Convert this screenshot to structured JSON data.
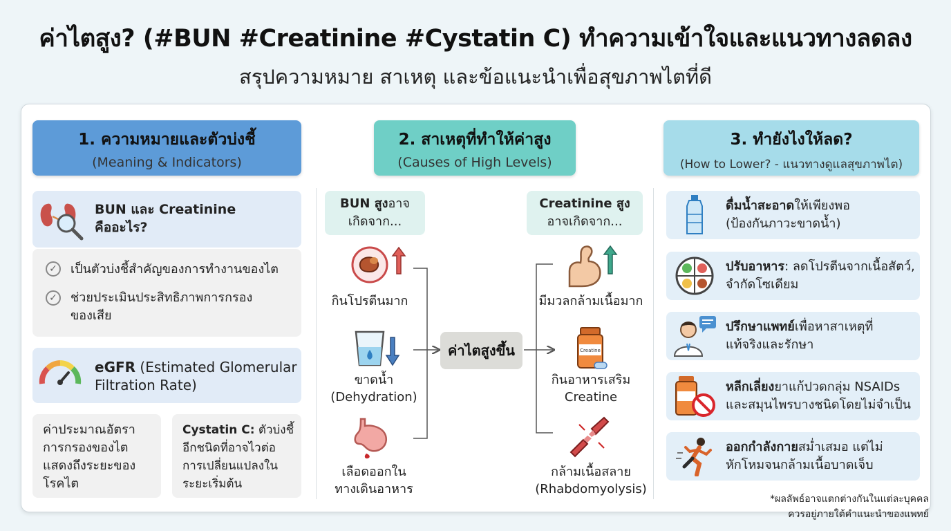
{
  "title": "ค่าไตสูง? (#BUN #Creatinine #Cystatin C) ทำความเข้าใจและแนวทางลดลง",
  "subtitle": "สรุปความหมาย สาเหตุ และข้อแนะนำเพื่อสุขภาพไตที่ดี",
  "col1": {
    "header": "1. ความหมายและตัวบ่งชี้",
    "header_sub": "(Meaning & Indicators)",
    "bun_title_l1": "BUN และ Creatinine",
    "bun_title_l2": "คืออะไร?",
    "bullet1": "เป็นตัวบ่งชี้สำคัญของการทำงานของไต",
    "bullet2_l1": "ช่วยประเมินประสิทธิภาพการกรอง",
    "bullet2_l2": "ของเสีย",
    "egfr_bold": "eGFR",
    "egfr_rest_l1": " (Estimated Glomerular",
    "egfr_l2": "Filtration Rate)",
    "egfr_desc_l1": "ค่าประมาณอัตรา",
    "egfr_desc_l2": "การกรองของไต",
    "egfr_desc_l3": "แสดงถึงระยะของ",
    "egfr_desc_l4": "โรคไต",
    "cys_bold": "Cystatin C:",
    "cys_rest_l1": " ตัวบ่งชี้",
    "cys_l2": "อีกชนิดที่อาจไวต่อ",
    "cys_l3": "การเปลี่ยนแปลงใน",
    "cys_l4": "ระยะเริ่มต้น"
  },
  "col2": {
    "header": "2. สาเหตุที่ทำให้ค่าสูง",
    "header_sub": "(Causes of High Levels)",
    "bun_box_bold": "BUN สูง",
    "bun_box_rest": "อาจ",
    "bun_box_l2": "เกิดจาก...",
    "creat_box_bold": "Creatinine สูง",
    "creat_box_l2": "อาจเกิดจาก...",
    "center": "ค่าไตสูงขึ้น",
    "cause_protein": "กินโปรตีนมาก",
    "cause_dehyd_l1": "ขาดน้ำ",
    "cause_dehyd_l2": "(Dehydration)",
    "cause_gi_l1": "เลือดออกใน",
    "cause_gi_l2": "ทางเดินอาหาร",
    "cause_muscle": "มีมวลกล้ามเนื้อมาก",
    "cause_supp_l1": "กินอาหารเสริม",
    "cause_supp_l2": "Creatine",
    "cause_rhabdo_l1": "กล้ามเนื้อสลาย",
    "cause_rhabdo_l2": "(Rhabdomyolysis)",
    "jar_label": "Creatine"
  },
  "col3": {
    "header": "3. ทำยังไงให้ลด?",
    "header_sub": "(How to Lower? - แนวทางดูแลสุขภาพไต)",
    "tip1_bold": "ดื่มน้ำสะอาด",
    "tip1_rest": "ให้เพียงพอ",
    "tip1_l2": "(ป้องกันภาวะขาดน้ำ)",
    "tip2_bold": "ปรับอาหาร",
    "tip2_rest": ": ลดโปรตีนจากเนื้อสัตว์,",
    "tip2_l2": "จำกัดโซเดียม",
    "tip3_bold": "ปรึกษาแพทย์",
    "tip3_rest": "เพื่อหาสาเหตุที่",
    "tip3_l2": "แท้จริงและรักษา",
    "tip4_bold": "หลีกเลี่ยง",
    "tip4_rest": "ยาแก้ปวดกลุ่ม NSAIDs",
    "tip4_l2": "และสมุนไพรบางชนิดโดยไม่จำเป็น",
    "tip5_bold": "ออกกำลังกาย",
    "tip5_rest": "สม่ำเสมอ แต่ไม่",
    "tip5_l2": "หักโหมจนกล้ามเนื้อบาดเจ็บ",
    "note_l1": "*ผลลัพธ์อาจแตกต่างกันในแต่ละบุคคล",
    "note_l2": "ควรอยู่ภายใต้คำแนะนำของแพทย์"
  },
  "colors": {
    "col1_header": "#5d9bd8",
    "col2_header": "#6fcfc6",
    "col3_header": "#a6dcea",
    "arrow_up_red": "#e0605a",
    "arrow_down_blue": "#4a7fc0",
    "arrow_up_green": "#3fa88c"
  },
  "icons": [
    "kidney-magnifier-icon",
    "gauge-icon",
    "check-icon",
    "steak-icon",
    "water-glass-icon",
    "stomach-icon",
    "bicep-icon",
    "supplement-jar-icon",
    "torn-muscle-icon",
    "water-bottle-icon",
    "healthy-plate-icon",
    "doctor-icon",
    "no-pills-icon",
    "runner-icon"
  ]
}
